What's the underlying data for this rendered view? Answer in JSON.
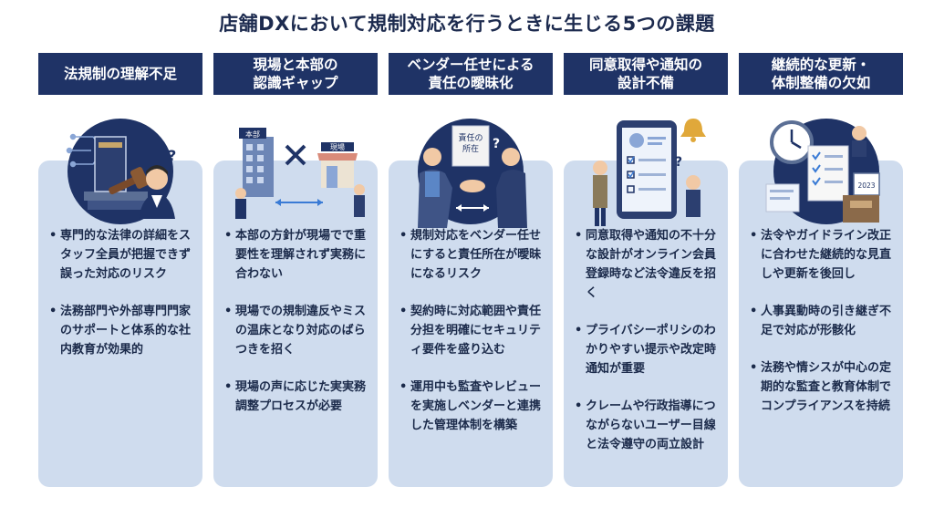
{
  "title": "店舗DXにおいて規制対応を行うときに生じる5つの課題",
  "columns": [
    {
      "header": "法規制の理解不足",
      "image_labels": [],
      "bullets": [
        "専門的な法律の詳細をスタッフ全員が把握できず誤った対応のリスク",
        "法務部門や外部専門門家のサポートと体系的な社内教育が効果的"
      ]
    },
    {
      "header": "現場と本部の\n認識ギャップ",
      "image_labels": [
        "本部",
        "現場"
      ],
      "bullets": [
        "本部の方針が現場でで重要性を理解されず実務に合わない",
        "現場での規制違反やミスの温床となり対応のばらつきを招く",
        "現場の声に応じた実実務調整プロセスが必要"
      ]
    },
    {
      "header": "ベンダー任せによる\n責任の曖昧化",
      "image_labels": [
        "責任の",
        "所在"
      ],
      "bullets": [
        "規制対応をベンダー任せにすると責任所在が曖昧になるリスク",
        "契約時に対応範囲や責任分担を明確にセキュリティ要件を盛り込む",
        "運用中も監査やレビューを実施しベンダーと連携した管理体制を構築"
      ]
    },
    {
      "header": "同意取得や通知の\n設計不備",
      "image_labels": [],
      "bullets": [
        "同意取得や通知の不十分な設計がオンライン会員登録時など法令違反を招く",
        "プライバシーポリシのわかりやすい提示や改定時通知が重要",
        "クレームや行政指導につながらないユーザー目線と法令遵守の両立設計"
      ]
    },
    {
      "header": "継続的な更新・\n体制整備の欠如",
      "image_labels": [
        "2023"
      ],
      "bullets": [
        "法令やガイドライン改正に合わせた継続的な見直しや更新を後回し",
        "人事異動時の引き継ぎ不足で対応が形骸化",
        "法務や情シスが中心の定期的な監査と教育体制でコンプライアンスを持続"
      ]
    }
  ],
  "colors": {
    "header_bg": "#1f3366",
    "card_bg": "#cfdcee",
    "title_text": "#1d2b4f"
  }
}
